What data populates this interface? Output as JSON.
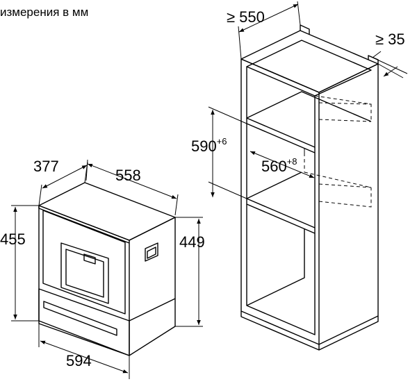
{
  "caption": "измерения в мм",
  "appliance": {
    "depth": "377",
    "width_top": "558",
    "height_front": "455",
    "height_side": "449",
    "width_front": "594"
  },
  "cabinet": {
    "depth_min": "≥ 550",
    "gap_min": "≥ 35",
    "niche_height": "590",
    "niche_height_tol": "+6",
    "niche_width": "560",
    "niche_width_tol": "+8"
  },
  "colors": {
    "line": "#000000",
    "background": "#ffffff"
  }
}
